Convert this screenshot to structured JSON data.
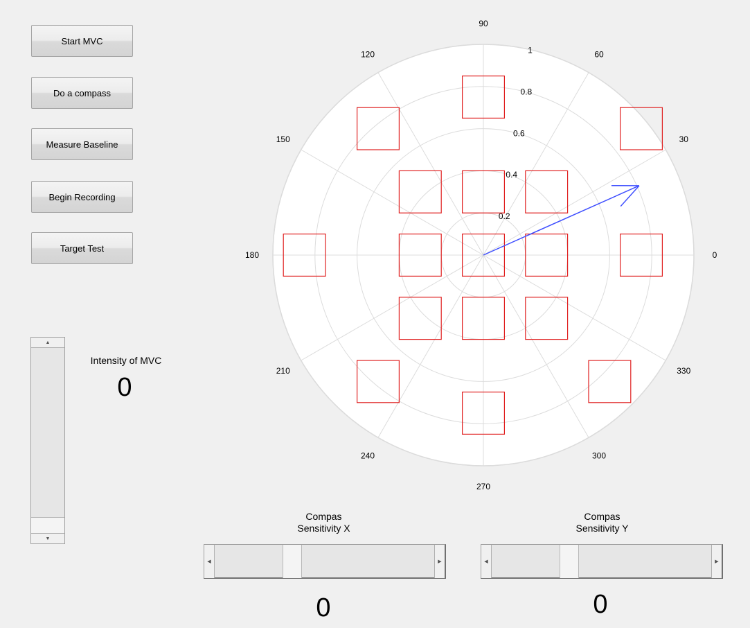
{
  "buttons": {
    "start_mvc": "Start MVC",
    "compass": "Do a compass",
    "baseline": "Measure Baseline",
    "recording": "Begin Recording",
    "target_test": "Target Test"
  },
  "intensity": {
    "label": "Intensity of MVC",
    "value": "0"
  },
  "sensitivity_x": {
    "label_line1": "Compas",
    "label_line2": "Sensitivity X",
    "value": "0"
  },
  "sensitivity_y": {
    "label_line1": "Compas",
    "label_line2": "Sensitivity Y",
    "value": "0"
  },
  "chart_data": {
    "type": "polar",
    "angle_ticks": [
      "0",
      "30",
      "60",
      "90",
      "120",
      "150",
      "180",
      "210",
      "240",
      "270",
      "300",
      "330"
    ],
    "radial_ticks": [
      "0.2",
      "0.4",
      "0.6",
      "0.8",
      "1"
    ],
    "rlim": [
      0,
      1
    ],
    "grid": true,
    "arrow": {
      "angle_deg": 24,
      "magnitude": 0.81,
      "color": "#4050ff"
    },
    "target_color": "#e02020",
    "targets": [
      {
        "x": 0,
        "y": 0
      },
      {
        "x": 0.3,
        "y": 0
      },
      {
        "x": -0.3,
        "y": 0
      },
      {
        "x": 0,
        "y": 0.3
      },
      {
        "x": 0,
        "y": -0.3
      },
      {
        "x": 0.3,
        "y": 0.3
      },
      {
        "x": -0.3,
        "y": 0.3
      },
      {
        "x": 0.3,
        "y": -0.3
      },
      {
        "x": -0.3,
        "y": -0.3
      },
      {
        "x": 0.75,
        "y": 0
      },
      {
        "x": -0.85,
        "y": 0
      },
      {
        "x": 0,
        "y": 0.75
      },
      {
        "x": 0,
        "y": -0.75
      },
      {
        "x": 0.75,
        "y": 0.6
      },
      {
        "x": -0.5,
        "y": 0.6
      },
      {
        "x": 0.6,
        "y": -0.6
      },
      {
        "x": -0.5,
        "y": -0.6
      }
    ]
  }
}
